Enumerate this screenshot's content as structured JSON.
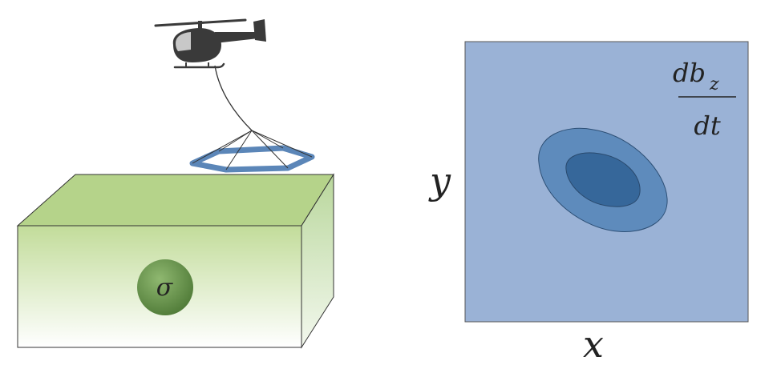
{
  "diagram": {
    "ground_label": "σ",
    "map_axis_x": "x",
    "map_axis_y": "y",
    "map_quantity_numerator": "db",
    "map_quantity_subscript": "z",
    "map_quantity_denominator": "dt"
  },
  "colors": {
    "helicopter": "#3a3a3a",
    "helicopter_window": "#c8c8c8",
    "loop": "#5b86b8",
    "ground_top": "#b5d38a",
    "ground_front_top": "#c2dc9a",
    "ground_front_bottom": "#ffffff",
    "ground_side": "#c6dfae",
    "sphere_light": "#8fb870",
    "sphere_dark": "#4f7a37",
    "map_background": "#9ab2d6",
    "contour_outer": "#5e8bbc",
    "contour_inner": "#36679a",
    "outline": "#333333"
  }
}
